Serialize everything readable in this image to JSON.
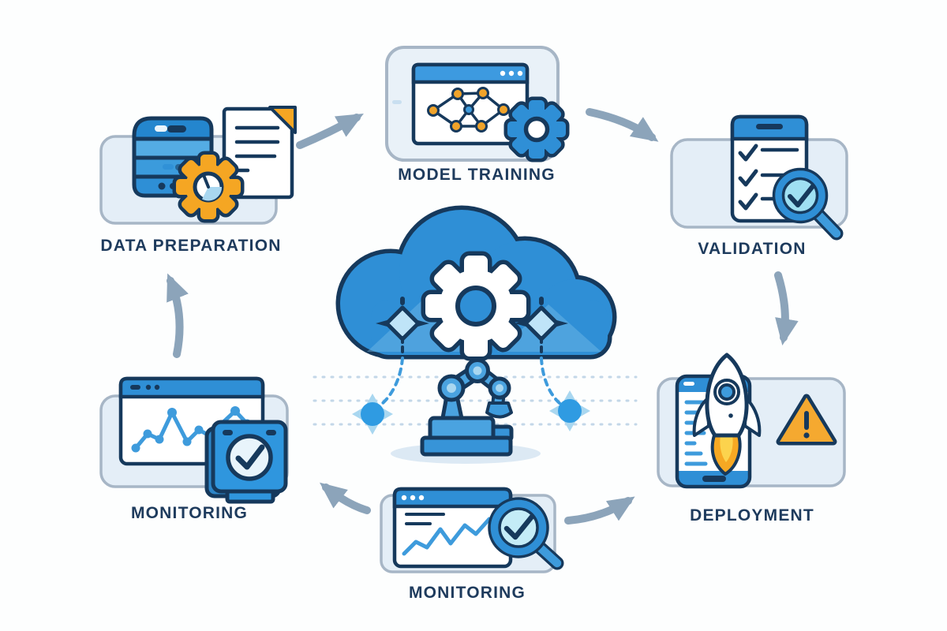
{
  "stages": [
    {
      "id": "data-preparation",
      "label": "DATA PREPARATION"
    },
    {
      "id": "model-training",
      "label": "MODEL TRAINING"
    },
    {
      "id": "validation",
      "label": "VALIDATION"
    },
    {
      "id": "deployment",
      "label": "DEPLOYMENT"
    },
    {
      "id": "monitoring-bottom",
      "label": "MONITORING"
    },
    {
      "id": "monitoring-left",
      "label": "MONITORING"
    }
  ],
  "arrows": [
    {
      "from": "data-preparation",
      "to": "model-training"
    },
    {
      "from": "model-training",
      "to": "validation"
    },
    {
      "from": "validation",
      "to": "deployment"
    },
    {
      "from": "monitoring-bottom",
      "to": "deployment"
    },
    {
      "from": "monitoring-bottom",
      "to": "monitoring-left"
    },
    {
      "from": "monitoring-left",
      "to": "data-preparation"
    }
  ],
  "icons": {
    "data-preparation": [
      "database-icon",
      "document-icon",
      "gear-icon"
    ],
    "model-training": [
      "tablet-icon",
      "browser-window-icon",
      "neural-network-icon",
      "gear-icon"
    ],
    "validation": [
      "checklist-icon",
      "magnifier-check-icon"
    ],
    "deployment": [
      "smartphone-icon",
      "rocket-icon",
      "warning-triangle-icon"
    ],
    "monitoring-bottom": [
      "browser-window-icon",
      "line-chart-icon",
      "magnifier-check-icon"
    ],
    "monitoring-left": [
      "browser-window-icon",
      "line-chart-icon",
      "check-badge-icon"
    ],
    "center": [
      "cloud-icon",
      "gear-icon",
      "robot-arm-icon",
      "node-icon",
      "dashed-connector"
    ]
  },
  "colors": {
    "primary_blue": "#2f8fd6",
    "light_blue": "#a9d7f0",
    "card_fill": "#e4eef7",
    "card_border": "#a7b6c6",
    "navy_outline": "#16395c",
    "orange": "#f5a623",
    "arrow_gray": "#8ca4ba",
    "label_text": "#1e3b5d"
  }
}
